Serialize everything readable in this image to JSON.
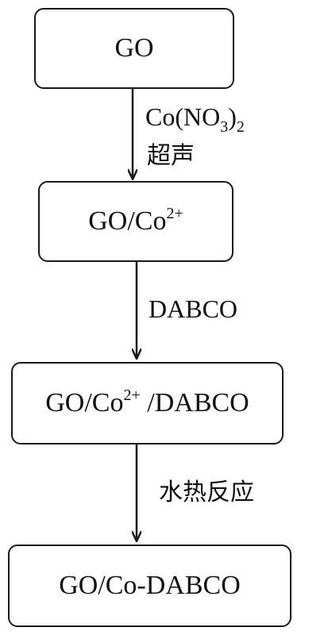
{
  "nodes": {
    "go": {
      "text": "GO"
    },
    "go_co": {
      "base": "GO/Co",
      "sup": "2+"
    },
    "go_co_dabco": {
      "base": "GO/Co",
      "sup": "2+",
      "tail": " /DABCO"
    },
    "go_co_dabco_final": {
      "text": "GO/Co-DABCO"
    }
  },
  "steps": {
    "step1": {
      "reagent_prefix": "Co(NO",
      "reagent_sub": "3",
      "reagent_mid": ")",
      "reagent_sub2": "2",
      "condition": "超声"
    },
    "step2": {
      "reagent": "DABCO"
    },
    "step3": {
      "condition": "水热反应"
    }
  }
}
